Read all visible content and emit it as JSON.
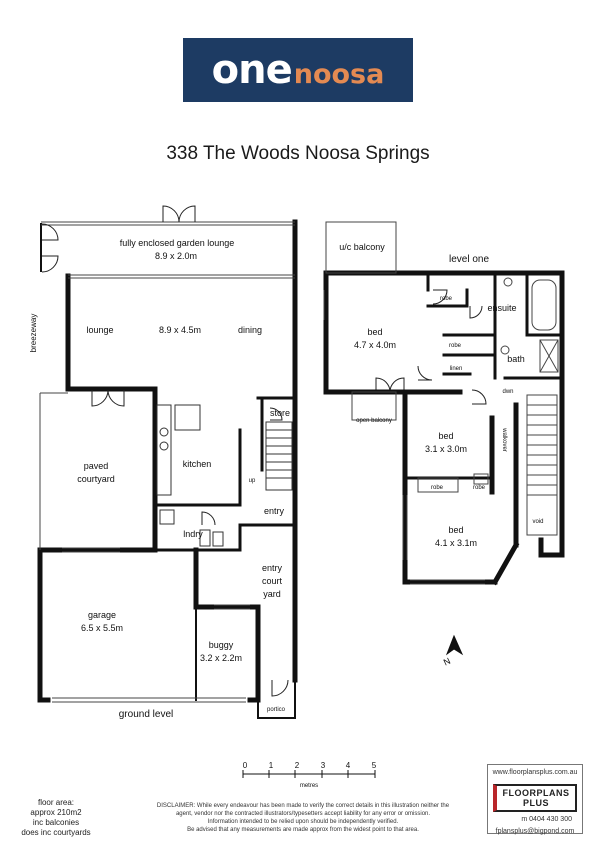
{
  "logo": {
    "part1": "one",
    "part2": "noosa"
  },
  "title": "338 The Woods Noosa Springs",
  "ground": {
    "garden_lounge": "fully enclosed garden lounge",
    "garden_lounge_size": "8.9 x 2.0m",
    "breezeway": "breezeway",
    "lounge": "lounge",
    "living_size": "8.9 x 4.5m",
    "dining": "dining",
    "store": "store",
    "paved": "paved",
    "courtyard": "courtyard",
    "kitchen": "kitchen",
    "up": "up",
    "entry": "entry",
    "lndry": "lndry",
    "entry_court_1": "entry",
    "entry_court_2": "court",
    "entry_court_3": "yard",
    "garage": "garage",
    "garage_size": "6.5 x 5.5m",
    "buggy": "buggy",
    "buggy_size": "3.2 x 2.2m",
    "portico": "portico",
    "level": "ground level"
  },
  "upper": {
    "uc_balcony": "u/c balcony",
    "level": "level one",
    "robe1": "robe",
    "ensuite": "ensuite",
    "bed1": "bed",
    "bed1_size": "4.7 x 4.0m",
    "robe2": "robe",
    "bath": "bath",
    "linen": "linen",
    "dwn": "dwn",
    "open_balcony": "open balcony",
    "bed2": "bed",
    "bed2_size": "3.1 x 3.0m",
    "walkover": "walkover",
    "robe3": "robe",
    "robe4": "robe",
    "void": "void",
    "bed3": "bed",
    "bed3_size": "4.1 x 3.1m"
  },
  "compass": "N",
  "scale": {
    "ticks": [
      "0",
      "1",
      "2",
      "3",
      "4",
      "5"
    ],
    "unit": "metres"
  },
  "floor_area": [
    "floor area:",
    "approx 210m2",
    "inc balconies",
    "does inc courtyards"
  ],
  "disclaimer": [
    "DISCLAIMER: While every endeavour has been made to verify the correct details in this illustration neither the",
    "agent, vendor nor the contracted illustrators/typesetters accept liability for any error or omission.",
    "Information intended to be relied upon should be independently verified.",
    "Be advised that any measurements are made approx from the widest point to that area."
  ],
  "badge": {
    "website": "www.floorplansplus.com.au",
    "brand": "FLOORPLANS PLUS",
    "mobile": "m 0404 430 300",
    "email": "fplansplus@bigpond.com"
  },
  "colors": {
    "logo_bg": "#1d3b63",
    "logo_accent": "#e48a52",
    "walls": "#111111",
    "badge_accent": "#b9262a"
  }
}
